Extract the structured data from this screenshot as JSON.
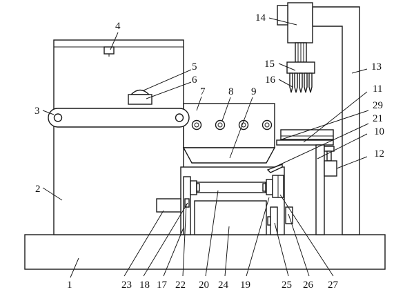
{
  "figure": {
    "labels": [
      "1",
      "2",
      "3",
      "4",
      "5",
      "6",
      "7",
      "8",
      "9",
      "10",
      "11",
      "12",
      "13",
      "14",
      "15",
      "16",
      "17",
      "18",
      "19",
      "20",
      "21",
      "22",
      "23",
      "24",
      "25",
      "26",
      "27",
      "29"
    ]
  }
}
